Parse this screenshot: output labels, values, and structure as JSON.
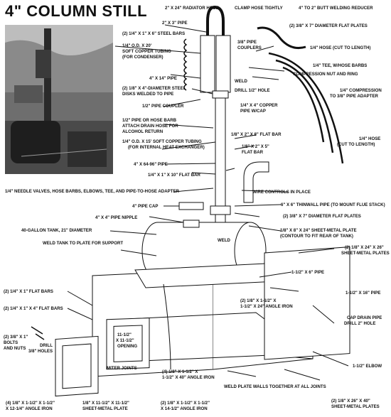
{
  "title": "4\" COLUMN STILL",
  "labels": {
    "radiator_hose": "2\" X 24\" RADIATOR HOSE",
    "clamp_hose": "CLAMP HOSE TIGHTLY",
    "butt_reducer": "4\" TO 2\" BUTT WELDING REDUCER",
    "pipe_2x3": "2\" X 3\" PIPE",
    "steel_bars": "(2) 1/4\" X 1\" X 6\" STEEL BARS",
    "flat_plates_top_1": "(2) 3/8\" X 7\" DIAMETER FLAT PLATES",
    "copper_tubing_1": "1/4\" O.D. X 20'",
    "copper_tubing_2": "SOFT COPPER TUBING",
    "copper_tubing_3": "(FOR CONDENSER)",
    "pipe_couplers_1": "3/8\" PIPE",
    "pipe_couplers_2": "COUPLERS",
    "hose_cut_1": "1/4\" HOSE (CUT TO LENGTH)",
    "tee_hose_barbs": "1/4\" TEE, W/HOSE BARBS",
    "compression_nut": "COMPRESSION NUT AND RING",
    "pipe_4x14": "4\" X 14\" PIPE",
    "steel_disks_1": "(2) 1/8\" X 4\"-DIAMETER STEEL",
    "steel_disks_2": "DISKS WELDED TO PIPE",
    "weld_1": "WELD",
    "drill_half": "DRILL 1/2\" HOLE",
    "compression_adapter_1": "1/4\" COMPRESSION",
    "compression_adapter_2": "TO 3/8\" PIPE ADAPTER",
    "pipe_coupler_half": "1/2\" PIPE COUPLER",
    "copper_pipe_cap_1": "1/4\" X 4\" COPPER",
    "copper_pipe_cap_2": "PIPE W/CAP",
    "drain_hose_1": "1/2\" PIPE OR HOSE BARB",
    "drain_hose_2": "ATTACH DRAIN HOSE FOR",
    "drain_hose_3": "ALCOHOL RETURN",
    "flat_bar_2x8": "1/8\" X 2\" X 8\" FLAT BAR",
    "flat_bar_2x5_1": "1/8\" X 2\" X 5\"",
    "flat_bar_2x5_2": "FLAT BAR",
    "copper_heat_1": "1/4\" O.D. X 15' SOFT COPPER TUBING",
    "copper_heat_2": "(FOR INTERNAL HEAT EXCHANGER)",
    "hose_cut_2a": "1/4\" HOSE",
    "hose_cut_2b": "(CUT TO LENGTH)",
    "pipe_4x64": "4\" X 64-96\" PIPE",
    "flat_bar_1x10": "1/4\" X 1\" X 10\" FLAT BAR",
    "needle_valves": "1/4\" NEEDLE VALVES, HOSE BARBS, ELBOWS, TEE, AND PIPE-TO-HOSE ADAPTER",
    "wire_controls": "WIRE CONTROLS IN PLACE",
    "pipe_cap": "4\" PIPE CAP",
    "thinwall_pipe": "6\" X 6\" THINWALL PIPE (TO MOUNT FLUE STACK)",
    "pipe_nipple": "4\" X 4\" PIPE NIPPLE",
    "flat_plates_mid": "(2) 3/8\" X 7\" DIAMETER FLAT PLATES",
    "tank": "40-GALLON TANK, 21\" DIAMETER",
    "sheet_plate_1": "1/8\" X 8\" X 24\" SHEET-METAL PLATE",
    "sheet_plate_2": "(CONTOUR TO FIT REAR OF TANK)",
    "weld_support": "WELD TANK TO PLATE FOR SUPPORT",
    "weld_2": "WELD",
    "sheet_plates_26_1": "(2) 1/8\" X 24\" X 26\"",
    "sheet_plates_26_2": "SHEET-METAL PLATES",
    "flat_bars_1x1": "(2) 1/4\" X 1\" FLAT BARS",
    "pipe_1x6": "1-1/2\" X 6\" PIPE",
    "pipe_1x16": "1-1/2\" X 16\" PIPE",
    "flat_bars_1x4": "(2) 1/4\" X 1\" X 4\" FLAT BARS",
    "angle_iron_24_1": "(2) 1/8\" X 1-1/2\" X",
    "angle_iron_24_2": "1-1/2\" X 24\" ANGLE IRON",
    "cap_drain_1": "CAP DRAIN PIPE",
    "cap_drain_2": "DRILL 2\" HOLE",
    "bolts_1": "(2) 3/8\" X 1\"",
    "bolts_2": "BOLTS",
    "bolts_3": "AND NUTS",
    "opening_1": "11-1/2\"",
    "opening_2": "X 11-1/2\"",
    "opening_3": "OPENING",
    "drill_holes_1": "DRILL",
    "drill_holes_2": "3/8\" HOLES",
    "elbow": "1-1/2\" ELBOW",
    "miter_joints": "MITER JOINTS",
    "angle_iron_40_1": "(4) 1/8\" X 1-1/2\" X",
    "angle_iron_40_2": "1-1/2\" X 40\" ANGLE IRON",
    "weld_walls": "WELD PLATE WALLS TOGETHER AT ALL JOINTS",
    "angle_iron_1214_1": "(4) 1/8\" X 1-1/2\" X 1-1/2\"",
    "angle_iron_1214_2": "X 12-1/4\" ANGLE IRON",
    "sheet_plate_11_1": "1/8\" X 11-1/2\" X 11-1/2\"",
    "sheet_plate_11_2": "SHEET-METAL PLATE",
    "angle_iron_1412_1": "(2) 1/8\" X 1-1/2\" X 1-1/2\"",
    "angle_iron_1412_2": "X 14-1/2\" ANGLE IRON",
    "sheet_plates_40_1": "(2) 1/8\" X 26\" X 40\"",
    "sheet_plates_40_2": "SHEET-METAL PLATES"
  }
}
